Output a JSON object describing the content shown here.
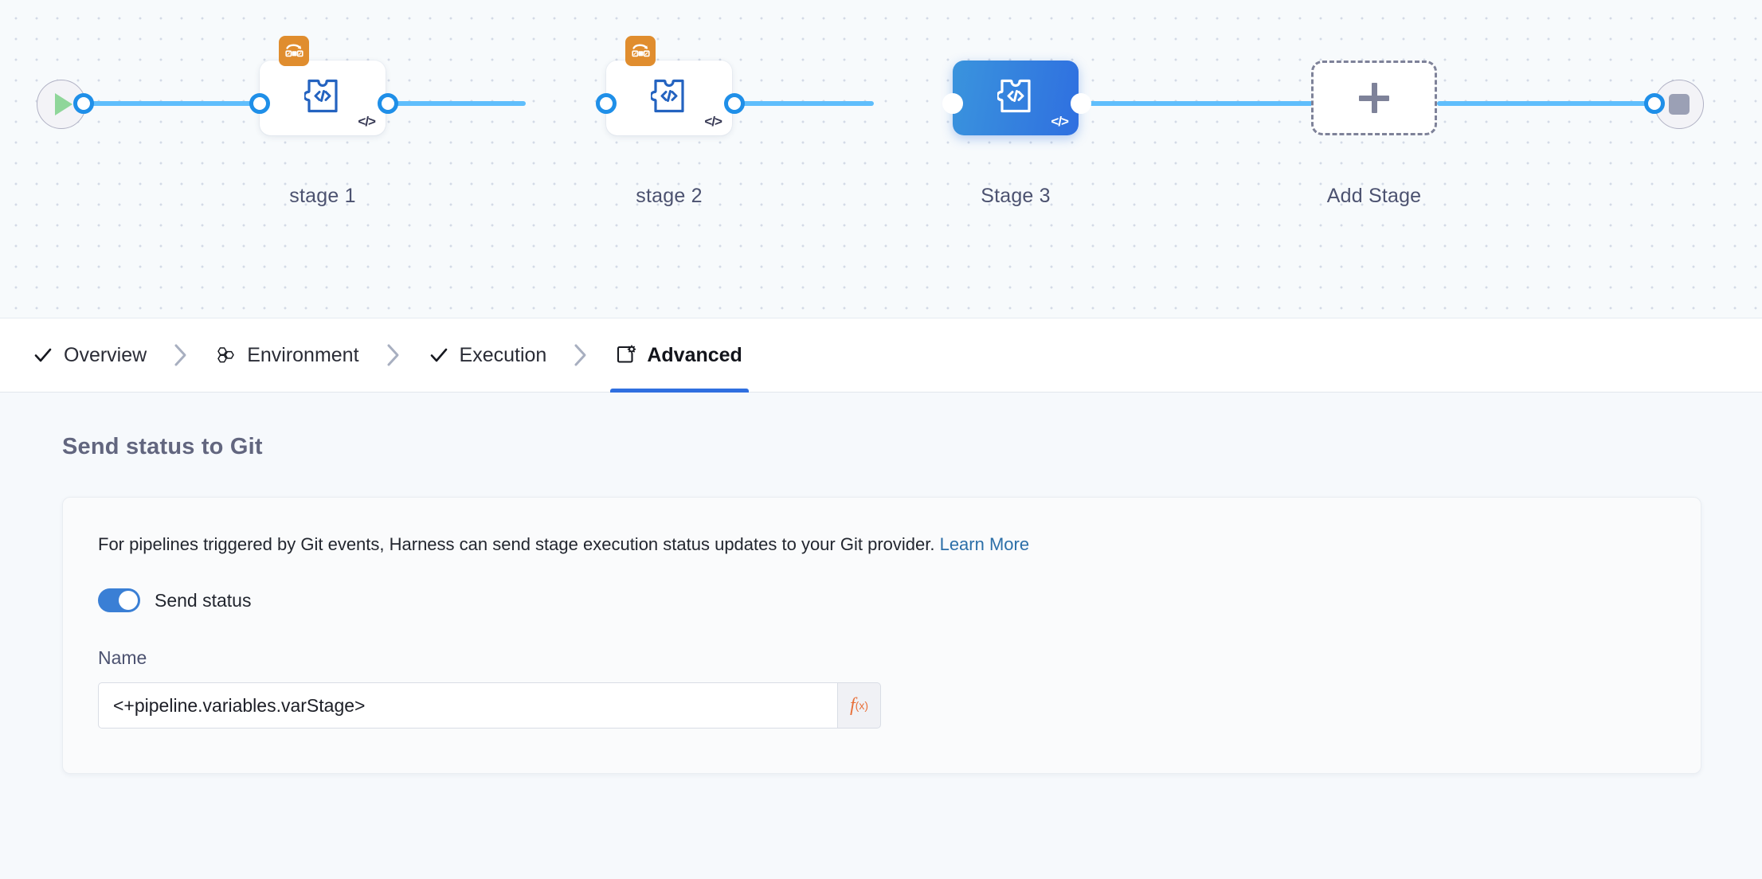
{
  "canvas": {
    "start_node": {
      "name": "start-node",
      "icon": "play-icon"
    },
    "end_node": {
      "name": "end-node",
      "icon": "stop-icon"
    },
    "stages": [
      {
        "label": "stage 1",
        "selected": false,
        "has_strategy_badge": true,
        "strategy_icon": "matrix-strategy-icon",
        "type_icon": "custom-stage-icon",
        "code_badge": "</>"
      },
      {
        "label": "stage 2",
        "selected": false,
        "has_strategy_badge": true,
        "strategy_icon": "matrix-strategy-icon",
        "type_icon": "custom-stage-icon",
        "code_badge": "</>"
      },
      {
        "label": "Stage 3",
        "selected": true,
        "has_strategy_badge": false,
        "strategy_icon": "",
        "type_icon": "custom-stage-icon",
        "code_badge": "</>"
      }
    ],
    "add_stage": {
      "label": "Add Stage",
      "icon": "plus-icon"
    }
  },
  "tabs": [
    {
      "label": "Overview",
      "icon": "check-icon",
      "active": false
    },
    {
      "label": "Environment",
      "icon": "hexagons-icon",
      "active": false
    },
    {
      "label": "Execution",
      "icon": "check-icon",
      "active": false
    },
    {
      "label": "Advanced",
      "icon": "page-gear-icon",
      "active": true
    }
  ],
  "tab_separator": "chevron-right-icon",
  "main": {
    "section_title": "Send status to Git",
    "description_text": "For pipelines triggered by Git events, Harness can send stage execution status updates to your Git provider. ",
    "learn_more_label": "Learn More",
    "toggle": {
      "label": "Send status",
      "on": true
    },
    "name_field": {
      "label": "Name",
      "value": "<+pipeline.variables.varStage>",
      "placeholder": "",
      "fx_label": "f",
      "fx_sub": "(x)"
    }
  },
  "colors": {
    "accent_blue": "#2f6fe0",
    "edge_blue": "#5fbefc",
    "link_blue": "#2c6fa8",
    "strategy_orange": "#e08d2e",
    "fx_orange": "#e8703a",
    "play_green": "#8fd69a",
    "stop_gray": "#9ba0b5",
    "canvas_bg": "#f7fafc",
    "page_bg": "#f6f9fc"
  }
}
